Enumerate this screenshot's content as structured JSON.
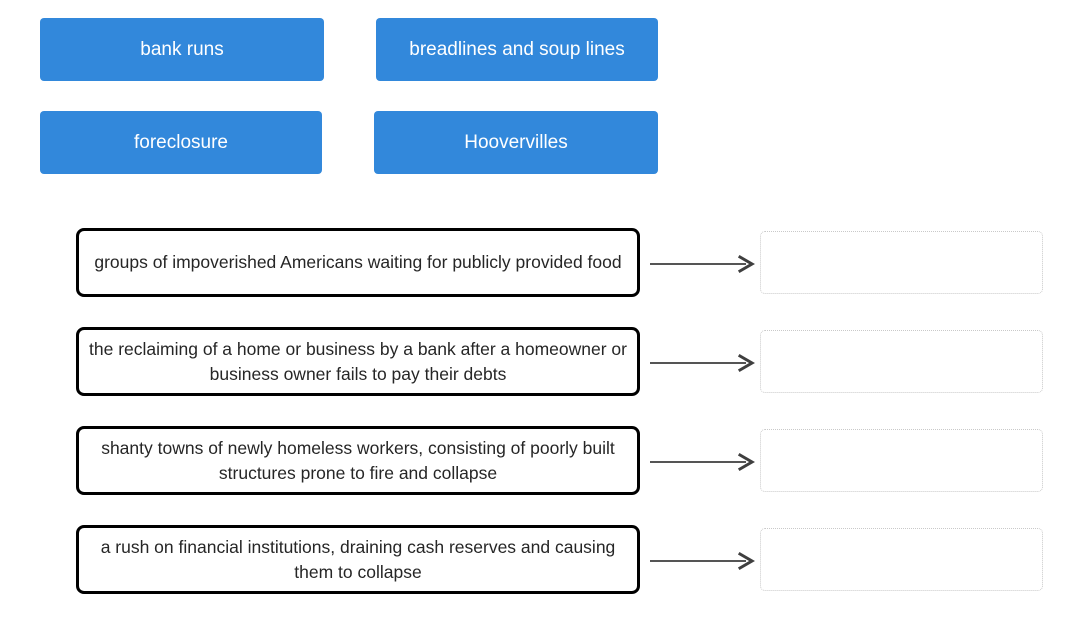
{
  "tile_bank": {
    "tiles": [
      {
        "label": "bank runs"
      },
      {
        "label": "breadlines and soup lines"
      },
      {
        "label": "foreclosure"
      },
      {
        "label": "Hoovervilles"
      }
    ]
  },
  "match_rows": [
    {
      "definition": "groups of impoverished Americans waiting for publicly provided food",
      "answer": ""
    },
    {
      "definition": "the reclaiming of a home or business by a bank after a homeowner or business owner fails to pay their debts",
      "answer": ""
    },
    {
      "definition": "shanty towns of newly homeless workers, consisting of poorly built structures prone to fire and collapse",
      "answer": ""
    },
    {
      "definition": "a rush on financial institutions, draining cash reserves and causing them to collapse",
      "answer": ""
    }
  ],
  "colors": {
    "tile_background": "#3288db",
    "tile_text": "#ffffff",
    "definition_border": "#000000",
    "definition_text": "#262626",
    "dropzone_border": "#c9c9c9",
    "arrow": "#555555",
    "page_background": "#ffffff"
  }
}
